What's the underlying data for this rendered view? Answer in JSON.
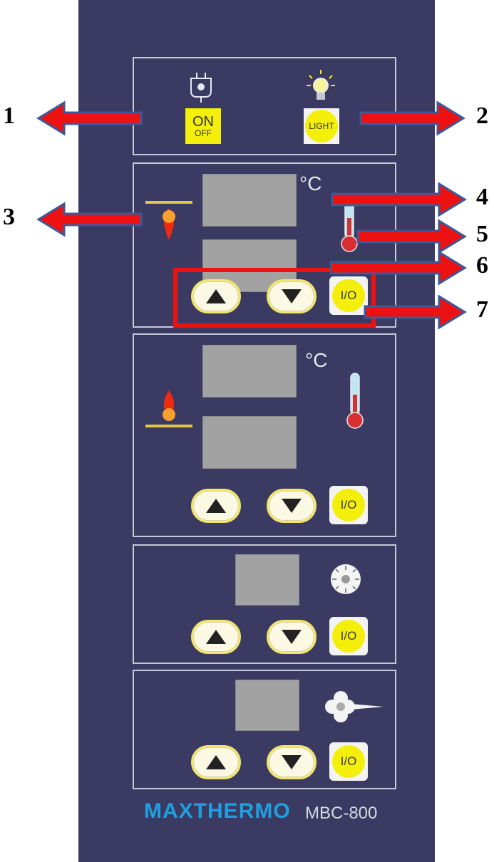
{
  "power": {
    "on_label": "ON",
    "off_label": "OFF",
    "light_label": "LIGHT"
  },
  "units": {
    "celsius": "°C"
  },
  "io_label": "I/O",
  "callouts": [
    "1",
    "2",
    "3",
    "4",
    "5",
    "6",
    "7"
  ],
  "brand": {
    "logo": "MAXTHERMO",
    "model": "MBC-800"
  },
  "icons": {
    "plug": "plug-icon",
    "bulb": "light-bulb-icon",
    "top_heat": "top-heater-flame-icon",
    "bottom_heat": "bottom-heater-flame-icon",
    "thermometer": "thermometer-icon",
    "timer": "timer-icon",
    "steam": "steam-icon",
    "up": "arrow-up-icon",
    "down": "arrow-down-icon"
  },
  "colors": {
    "panel": "#3a3a62",
    "button_yellow": "#f3ef0a",
    "callout_red": "#ee1111",
    "display_gray": "#a2a2a2"
  }
}
